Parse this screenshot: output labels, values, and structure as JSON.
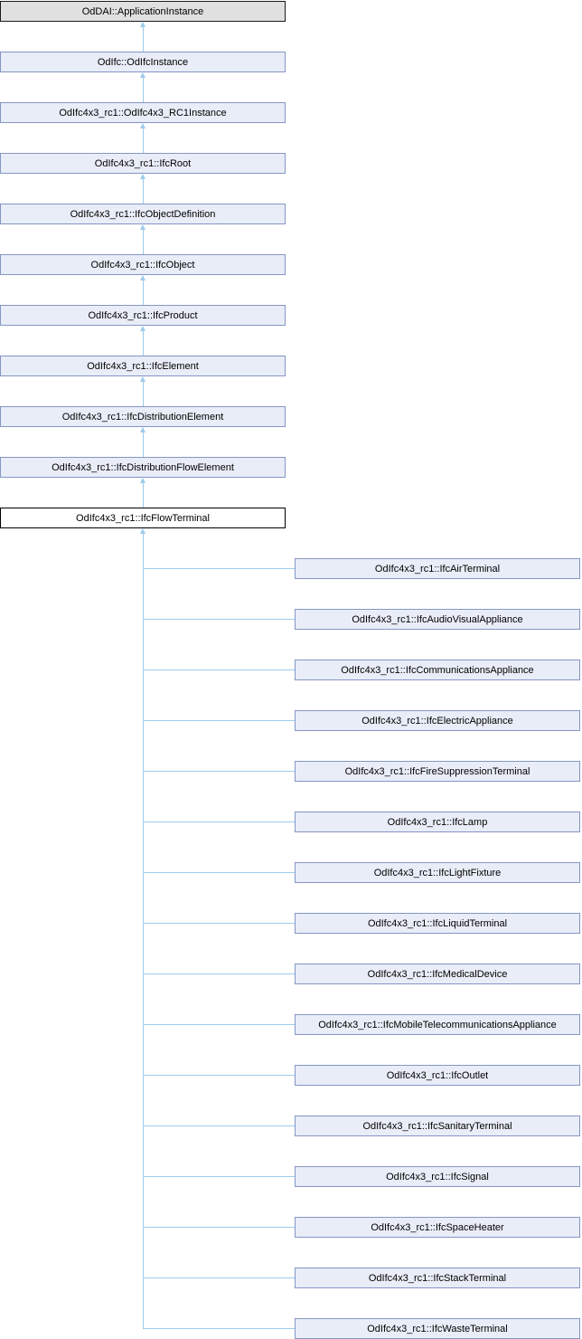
{
  "diagram": {
    "kind": "class-inheritance-graph",
    "chain": [
      {
        "label": "OdDAI::ApplicationInstance",
        "style": "external"
      },
      {
        "label": "OdIfc::OdIfcInstance",
        "style": "base"
      },
      {
        "label": "OdIfc4x3_rc1::OdIfc4x3_RC1Instance",
        "style": "base"
      },
      {
        "label": "OdIfc4x3_rc1::IfcRoot",
        "style": "base"
      },
      {
        "label": "OdIfc4x3_rc1::IfcObjectDefinition",
        "style": "base"
      },
      {
        "label": "OdIfc4x3_rc1::IfcObject",
        "style": "base"
      },
      {
        "label": "OdIfc4x3_rc1::IfcProduct",
        "style": "base"
      },
      {
        "label": "OdIfc4x3_rc1::IfcElement",
        "style": "base"
      },
      {
        "label": "OdIfc4x3_rc1::IfcDistributionElement",
        "style": "base"
      },
      {
        "label": "OdIfc4x3_rc1::IfcDistributionFlowElement",
        "style": "base"
      },
      {
        "label": "OdIfc4x3_rc1::IfcFlowTerminal",
        "style": "current"
      }
    ],
    "children": [
      {
        "label": "OdIfc4x3_rc1::IfcAirTerminal"
      },
      {
        "label": "OdIfc4x3_rc1::IfcAudioVisualAppliance"
      },
      {
        "label": "OdIfc4x3_rc1::IfcCommunicationsAppliance"
      },
      {
        "label": "OdIfc4x3_rc1::IfcElectricAppliance"
      },
      {
        "label": "OdIfc4x3_rc1::IfcFireSuppressionTerminal"
      },
      {
        "label": "OdIfc4x3_rc1::IfcLamp"
      },
      {
        "label": "OdIfc4x3_rc1::IfcLightFixture"
      },
      {
        "label": "OdIfc4x3_rc1::IfcLiquidTerminal"
      },
      {
        "label": "OdIfc4x3_rc1::IfcMedicalDevice"
      },
      {
        "label": "OdIfc4x3_rc1::IfcMobileTelecommunicationsAppliance"
      },
      {
        "label": "OdIfc4x3_rc1::IfcOutlet"
      },
      {
        "label": "OdIfc4x3_rc1::IfcSanitaryTerminal"
      },
      {
        "label": "OdIfc4x3_rc1::IfcSignal"
      },
      {
        "label": "OdIfc4x3_rc1::IfcSpaceHeater"
      },
      {
        "label": "OdIfc4x3_rc1::IfcStackTerminal"
      },
      {
        "label": "OdIfc4x3_rc1::IfcWasteTerminal"
      }
    ],
    "colors": {
      "background": "#ffffff",
      "text": "#000000",
      "node_fill": "#e9edf8",
      "node_border": "#8596c4",
      "external_fill": "#e0e0e0",
      "external_border": "#1a1a1a",
      "current_fill": "#ffffff",
      "current_border": "#000000",
      "edge": "#9ecbe9"
    }
  }
}
